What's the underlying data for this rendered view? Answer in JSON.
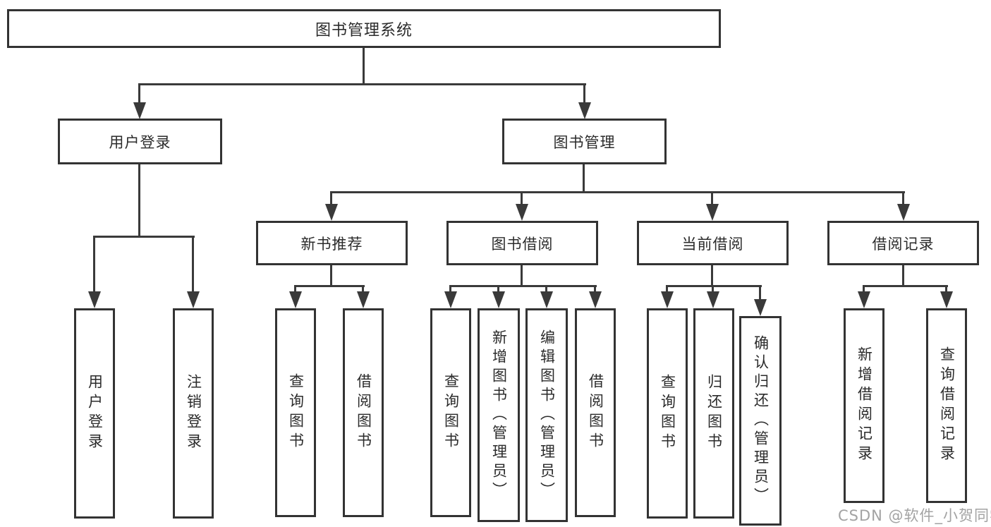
{
  "colors": {
    "background": "#ffffff",
    "line": "#3a3a3a",
    "box_border": "#333333",
    "text": "#2b2b2b",
    "watermark": "#a3a3a3"
  },
  "diagram": {
    "root": {
      "label": "图书管理系统"
    },
    "level2": [
      {
        "id": "user-login",
        "label": "用户登录"
      },
      {
        "id": "book-management",
        "label": "图书管理"
      }
    ],
    "level3": [
      {
        "id": "new-book-recommend",
        "label": "新书推荐"
      },
      {
        "id": "book-borrow",
        "label": "图书借阅"
      },
      {
        "id": "current-borrow",
        "label": "当前借阅"
      },
      {
        "id": "borrow-records",
        "label": "借阅记录"
      }
    ],
    "leaves": {
      "user_login": [
        {
          "label": "用户登录"
        },
        {
          "label": "注销登录"
        }
      ],
      "new_book_recommend": [
        {
          "label": "查询图书"
        },
        {
          "label": "借阅图书"
        }
      ],
      "book_borrow": [
        {
          "label": "查询图书"
        },
        {
          "label": "新增图书（管理员）"
        },
        {
          "label": "编辑图书（管理员）"
        },
        {
          "label": "借阅图书"
        }
      ],
      "current_borrow": [
        {
          "label": "查询图书"
        },
        {
          "label": "归还图书"
        },
        {
          "label": "确认归还（管理员）"
        }
      ],
      "borrow_records": [
        {
          "label": "新增借阅记录"
        },
        {
          "label": "查询借阅记录"
        }
      ]
    }
  },
  "watermark": {
    "text": "CSDN @软件_小贺同学"
  }
}
